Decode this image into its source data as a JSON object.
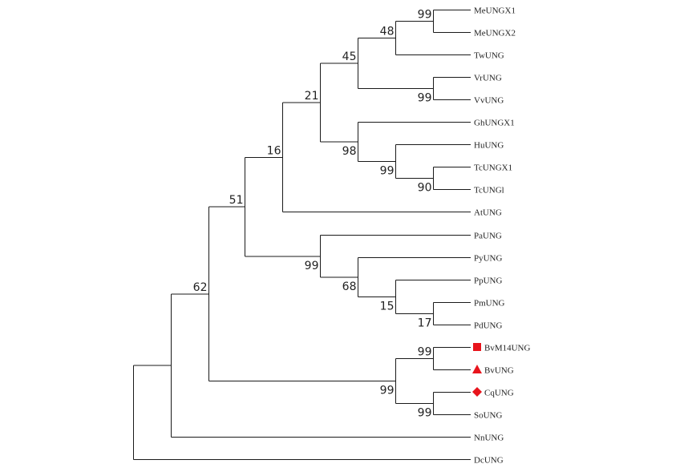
{
  "tree": {
    "leaves": [
      {
        "id": "meungx1",
        "label": "MeUNGX1"
      },
      {
        "id": "meungx2",
        "label": "MeUNGX2"
      },
      {
        "id": "twung",
        "label": "TwUNG"
      },
      {
        "id": "vrung",
        "label": "VrUNG"
      },
      {
        "id": "vvung",
        "label": "VvUNG"
      },
      {
        "id": "ghungx1",
        "label": "GhUNGX1"
      },
      {
        "id": "huung",
        "label": "HuUNG"
      },
      {
        "id": "tcungx1",
        "label": "TcUNGX1"
      },
      {
        "id": "tcungl",
        "label": "TcUNGl"
      },
      {
        "id": "atung",
        "label": "AtUNG"
      },
      {
        "id": "paung",
        "label": "PaUNG"
      },
      {
        "id": "pyung",
        "label": "PyUNG"
      },
      {
        "id": "ppung",
        "label": "PpUNG"
      },
      {
        "id": "pmung",
        "label": "PmUNG"
      },
      {
        "id": "pdung",
        "label": "PdUNG"
      },
      {
        "id": "bvm14ung",
        "label": "BvM14UNG",
        "marker": "square"
      },
      {
        "id": "bvung",
        "label": "BvUNG",
        "marker": "triangle"
      },
      {
        "id": "cqung",
        "label": "CqUNG",
        "marker": "diamond"
      },
      {
        "id": "soung",
        "label": "SoUNG"
      },
      {
        "id": "nnung",
        "label": "NnUNG"
      },
      {
        "id": "dcung",
        "label": "DcUNG"
      }
    ],
    "clades": [
      {
        "id": "me",
        "children": [
          "meungx1",
          "meungx2"
        ],
        "support": "99"
      },
      {
        "id": "me_tw",
        "children": [
          "me",
          "twung"
        ],
        "support": "48"
      },
      {
        "id": "vr_vv",
        "children": [
          "vrung",
          "vvung"
        ],
        "support": "99"
      },
      {
        "id": "c45",
        "children": [
          "me_tw",
          "vr_vv"
        ],
        "support": "45"
      },
      {
        "id": "tc",
        "children": [
          "tcungx1",
          "tcungl"
        ],
        "support": "90"
      },
      {
        "id": "hu_tc",
        "children": [
          "huung",
          "tc"
        ],
        "support": "99"
      },
      {
        "id": "gh_hu",
        "children": [
          "ghungx1",
          "hu_tc"
        ],
        "support": "98"
      },
      {
        "id": "c21",
        "children": [
          "c45",
          "gh_hu"
        ],
        "support": "21"
      },
      {
        "id": "c16",
        "children": [
          "c21",
          "atung"
        ],
        "support": "16"
      },
      {
        "id": "pm_pd",
        "children": [
          "pmung",
          "pdung"
        ],
        "support": "17"
      },
      {
        "id": "pp_pm",
        "children": [
          "ppung",
          "pm_pd"
        ],
        "support": "15"
      },
      {
        "id": "py_pp",
        "children": [
          "pyung",
          "pp_pm"
        ],
        "support": "68"
      },
      {
        "id": "pa_py",
        "children": [
          "paung",
          "py_pp"
        ],
        "support": "99"
      },
      {
        "id": "c51",
        "children": [
          "c16",
          "pa_py"
        ],
        "support": "51"
      },
      {
        "id": "bv",
        "children": [
          "bvm14ung",
          "bvung"
        ],
        "support": "99"
      },
      {
        "id": "cq_so",
        "children": [
          "cqung",
          "soung"
        ],
        "support": "99"
      },
      {
        "id": "bv_cq",
        "children": [
          "bv",
          "cq_so"
        ],
        "support": "99"
      },
      {
        "id": "c62",
        "children": [
          "c51",
          "bv_cq"
        ],
        "support": "62"
      },
      {
        "id": "c62_nn",
        "children": [
          "c62",
          "nnung"
        ],
        "support": ""
      },
      {
        "id": "root",
        "children": [
          "c62_nn",
          "dcung"
        ],
        "support": ""
      }
    ],
    "marker_color": "#e8141c"
  }
}
